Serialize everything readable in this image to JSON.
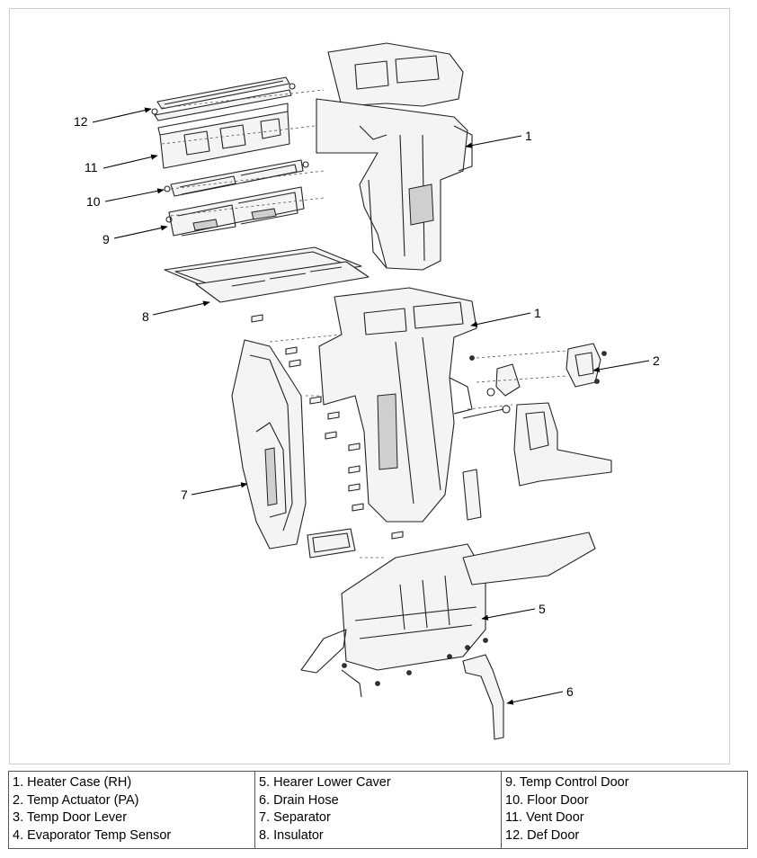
{
  "callouts": {
    "c1a": "1",
    "c1b": "1",
    "c2": "2",
    "c5": "5",
    "c6": "6",
    "c7": "7",
    "c8": "8",
    "c9": "9",
    "c10": "10",
    "c11": "11",
    "c12": "12"
  },
  "legend": {
    "col1": [
      "1. Heater Case (RH)",
      "2. Temp Actuator (PA)",
      "3. Temp Door Lever",
      "4. Evaporator Temp Sensor"
    ],
    "col2": [
      "5. Hearer Lower Caver",
      "6. Drain Hose",
      "7. Separator",
      "8. Insulator"
    ],
    "col3": [
      "9. Temp Control Door",
      "10. Floor Door",
      "11. Vent Door",
      "12. Def Door"
    ]
  }
}
